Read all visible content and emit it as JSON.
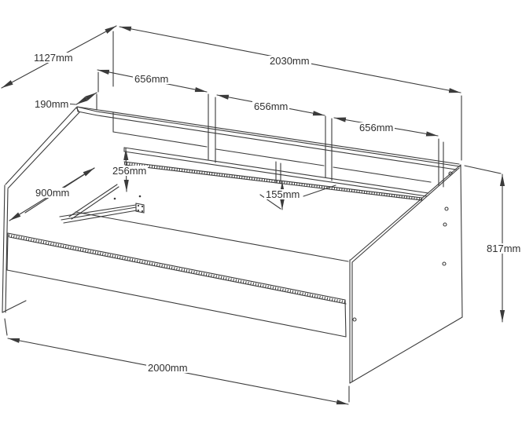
{
  "drawing": {
    "unit": "mm",
    "labels": {
      "depth_1127": "1127mm",
      "width_2030": "2030mm",
      "shelf_section_1": "656mm",
      "shelf_section_2": "656mm",
      "shelf_section_3": "656mm",
      "shelf_depth_190": "190mm",
      "shelf_height_256": "256mm",
      "bed_width_900": "900mm",
      "rail_height_155": "155mm",
      "side_height_817": "817mm",
      "bed_length_2000": "2000mm"
    }
  }
}
